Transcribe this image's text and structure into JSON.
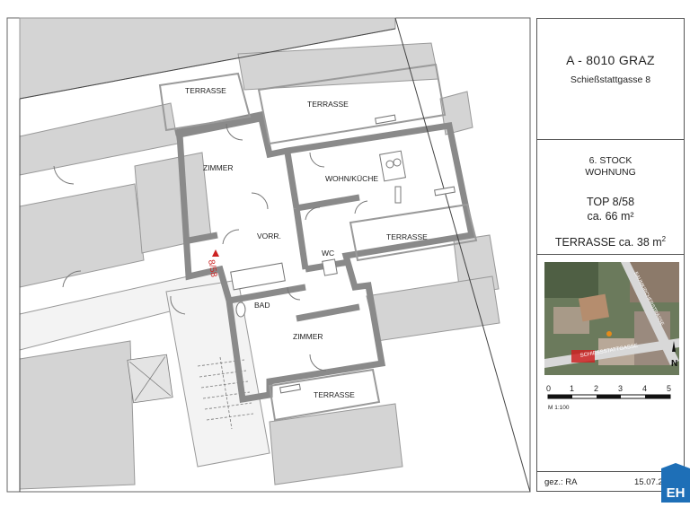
{
  "address": {
    "city": "A - 8010 GRAZ",
    "street": "Schießstattgasse 8"
  },
  "unit": {
    "floor": "6. STOCK",
    "type": "WOHNUNG",
    "top": "TOP 8/58",
    "area": "ca. 66 m²",
    "terrace": "TERRASSE ca. 38 m"
  },
  "rooms": {
    "terrasse": "TERRASSE",
    "zimmer": "ZIMMER",
    "wohnkueche": "WOHN/KÜCHE",
    "vorr": "VORR.",
    "wc": "WC",
    "bad": "BAD"
  },
  "entrance_marker": "8/58",
  "map_labels": {
    "street_a": "SCHIESSSTATTGASSE",
    "street_b": "BAUMKIRCHERSTRASSE"
  },
  "scale": {
    "ticks": [
      "0",
      "1",
      "2",
      "3",
      "4",
      "5"
    ],
    "label": "M 1:100"
  },
  "footer": {
    "drawn_by": "gez.: RA",
    "date": "15.07.2"
  },
  "logo_text": "EH",
  "colors": {
    "grey_block": "#d2d2d2",
    "wall": "#8a8a8a",
    "marker": "#cc2222",
    "logo": "#1e6fb7"
  }
}
